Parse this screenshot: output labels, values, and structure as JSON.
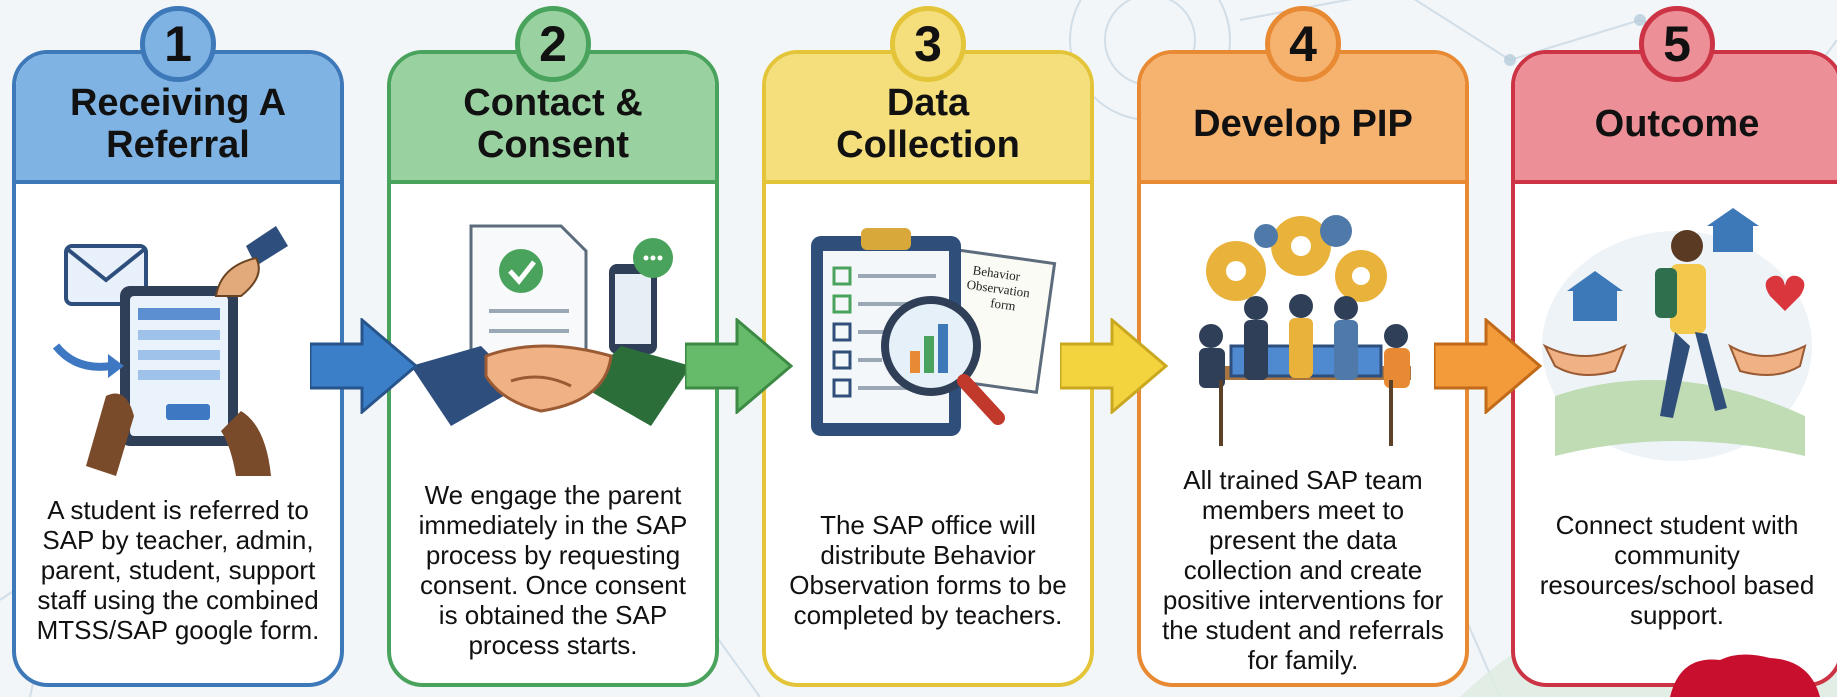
{
  "steps": [
    {
      "number": "1",
      "title_lines": [
        "Receiving A",
        "Referral"
      ],
      "icon": "referral-tablet-icon",
      "description": "A student is referred to SAP by teacher, admin, parent, student, support staff using the combined MTSS/SAP google form.",
      "color": "#3d78b8"
    },
    {
      "number": "2",
      "title_lines": [
        "Contact &",
        "Consent"
      ],
      "icon": "handshake-consent-icon",
      "description": "We engage the parent immediately in the SAP process by requesting consent. Once consent is obtained the SAP process starts.",
      "color": "#4aa35c"
    },
    {
      "number": "3",
      "title_lines": [
        "Data",
        "Collection"
      ],
      "icon": "clipboard-magnifier-icon",
      "illustration_text": [
        "Behavior",
        "Observation",
        "form"
      ],
      "description": "The SAP office will distribute Behavior Observation forms to be completed by teachers.",
      "color": "#e4c53a"
    },
    {
      "number": "4",
      "title_lines": [
        "Develop PIP"
      ],
      "icon": "team-meeting-gears-icon",
      "description": "All trained SAP team members meet to present the data collection and create positive interventions for the student and referrals for family.",
      "color": "#e88a33"
    },
    {
      "number": "5",
      "title_lines": [
        "Outcome"
      ],
      "icon": "student-support-icon",
      "description": "Connect student with community resources/school based support.",
      "color": "#cc3344"
    }
  ]
}
